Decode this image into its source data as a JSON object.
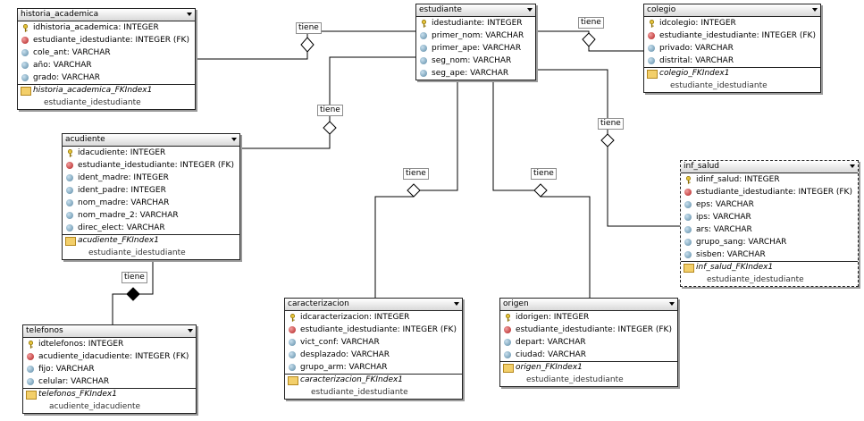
{
  "relationship_label": "tiene",
  "entities": {
    "historia": {
      "title": "historia_academica",
      "attributes": [
        {
          "text": "idhistoria_academica: INTEGER",
          "kind": "key"
        },
        {
          "text": "estudiante_idestudiante: INTEGER (FK)",
          "kind": "fk"
        },
        {
          "text": "cole_ant: VARCHAR",
          "kind": "col"
        },
        {
          "text": "año: VARCHAR",
          "kind": "col"
        },
        {
          "text": "grado: VARCHAR",
          "kind": "col"
        }
      ],
      "index_name": "historia_academica_FKIndex1",
      "index_column": "estudiante_idestudiante"
    },
    "estudiante": {
      "title": "estudiante",
      "attributes": [
        {
          "text": "idestudiante: INTEGER",
          "kind": "key"
        },
        {
          "text": "primer_nom: VARCHAR",
          "kind": "col"
        },
        {
          "text": "primer_ape: VARCHAR",
          "kind": "col"
        },
        {
          "text": "seg_nom: VARCHAR",
          "kind": "col"
        },
        {
          "text": "seg_ape: VARCHAR",
          "kind": "col"
        }
      ]
    },
    "colegio": {
      "title": "colegio",
      "attributes": [
        {
          "text": "idcolegio: INTEGER",
          "kind": "key"
        },
        {
          "text": "estudiante_idestudiante: INTEGER (FK)",
          "kind": "fk"
        },
        {
          "text": "privado: VARCHAR",
          "kind": "col"
        },
        {
          "text": "distrital: VARCHAR",
          "kind": "col"
        }
      ],
      "index_name": "colegio_FKIndex1",
      "index_column": "estudiante_idestudiante"
    },
    "acudiente": {
      "title": "acudiente",
      "attributes": [
        {
          "text": "idacudiente: INTEGER",
          "kind": "key"
        },
        {
          "text": "estudiante_idestudiante: INTEGER (FK)",
          "kind": "fk"
        },
        {
          "text": "ident_madre: INTEGER",
          "kind": "col"
        },
        {
          "text": "ident_padre: INTEGER",
          "kind": "col"
        },
        {
          "text": "nom_madre: VARCHAR",
          "kind": "col"
        },
        {
          "text": "nom_madre_2: VARCHAR",
          "kind": "col"
        },
        {
          "text": "direc_elect: VARCHAR",
          "kind": "col"
        }
      ],
      "index_name": "acudiente_FKIndex1",
      "index_column": "estudiante_idestudiante"
    },
    "inf_salud": {
      "title": "inf_salud",
      "attributes": [
        {
          "text": "idinf_salud: INTEGER",
          "kind": "key"
        },
        {
          "text": "estudiante_idestudiante: INTEGER (FK)",
          "kind": "fk"
        },
        {
          "text": "eps: VARCHAR",
          "kind": "col"
        },
        {
          "text": "ips: VARCHAR",
          "kind": "col"
        },
        {
          "text": "ars: VARCHAR",
          "kind": "col"
        },
        {
          "text": "grupo_sang: VARCHAR",
          "kind": "col"
        },
        {
          "text": "sisben: VARCHAR",
          "kind": "col"
        }
      ],
      "index_name": "inf_salud_FKIndex1",
      "index_column": "estudiante_idestudiante"
    },
    "caracterizacion": {
      "title": "caracterizacion",
      "attributes": [
        {
          "text": "idcaracterizacion: INTEGER",
          "kind": "key"
        },
        {
          "text": "estudiante_idestudiante: INTEGER (FK)",
          "kind": "fk"
        },
        {
          "text": "vict_conf: VARCHAR",
          "kind": "col"
        },
        {
          "text": "desplazado: VARCHAR",
          "kind": "col"
        },
        {
          "text": "grupo_arm: VARCHAR",
          "kind": "col"
        }
      ],
      "index_name": "caracterizacion_FKIndex1",
      "index_column": "estudiante_idestudiante"
    },
    "origen": {
      "title": "origen",
      "attributes": [
        {
          "text": "idorigen: INTEGER",
          "kind": "key"
        },
        {
          "text": "estudiante_idestudiante: INTEGER (FK)",
          "kind": "fk"
        },
        {
          "text": "depart: VARCHAR",
          "kind": "col"
        },
        {
          "text": "ciudad: VARCHAR",
          "kind": "col"
        }
      ],
      "index_name": "origen_FKIndex1",
      "index_column": "estudiante_idestudiante"
    },
    "telefonos": {
      "title": "telefonos",
      "attributes": [
        {
          "text": "idtelefonos: INTEGER",
          "kind": "key"
        },
        {
          "text": "acudiente_idacudiente: INTEGER (FK)",
          "kind": "fk"
        },
        {
          "text": "fijo: VARCHAR",
          "kind": "col"
        },
        {
          "text": "celular: VARCHAR",
          "kind": "col"
        }
      ],
      "index_name": "telefonos_FKIndex1",
      "index_column": "acudiente_idacudiente"
    }
  },
  "relationships": [
    {
      "from": "estudiante",
      "to": "historia_academica",
      "label": "tiene"
    },
    {
      "from": "estudiante",
      "to": "colegio",
      "label": "tiene"
    },
    {
      "from": "estudiante",
      "to": "acudiente",
      "label": "tiene"
    },
    {
      "from": "estudiante",
      "to": "inf_salud",
      "label": "tiene"
    },
    {
      "from": "estudiante",
      "to": "caracterizacion",
      "label": "tiene"
    },
    {
      "from": "estudiante",
      "to": "origen",
      "label": "tiene"
    },
    {
      "from": "acudiente",
      "to": "telefonos",
      "label": "tiene"
    }
  ]
}
